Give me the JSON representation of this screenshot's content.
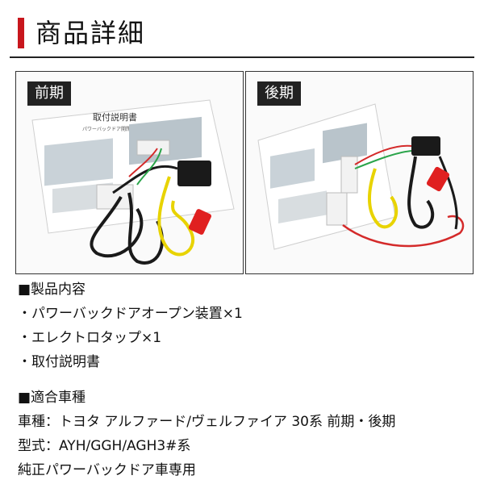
{
  "header": {
    "title": "商品詳細"
  },
  "photos": {
    "left_label": "前期",
    "right_label": "後期",
    "manual_title": "取付説明書",
    "manual_subtitle": "パワーバックドア開閉キット"
  },
  "contents": {
    "heading": "■製品内容",
    "items": [
      "・パワーバックドアオープン装置×1",
      "・エレクトロタップ×1",
      "・取付説明書"
    ]
  },
  "compat": {
    "heading": "■適合車種",
    "lines": [
      "車種：トヨタ アルファード/ヴェルファイア 30系 前期・後期",
      "型式：AYH/GGH/AGH3#系",
      "純正パワーバックドア車専用"
    ]
  },
  "colors": {
    "accent": "#c8161d",
    "wire_yellow": "#e8d300",
    "wire_black": "#1a1a1a",
    "wire_red": "#d42a2a",
    "tap_red": "#e02020"
  }
}
